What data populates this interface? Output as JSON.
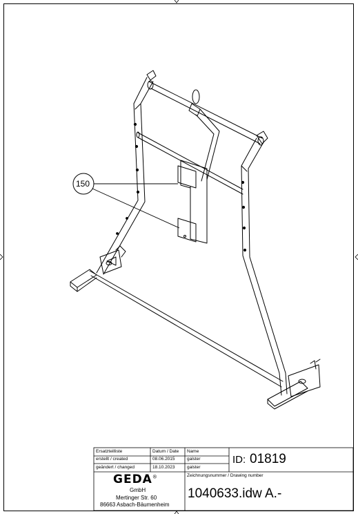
{
  "drawing": {
    "callout": "150"
  },
  "title_block": {
    "header": {
      "col1": "Ersatzteilliste",
      "col2": "Datum / Date",
      "col3": "Name"
    },
    "created": {
      "label": "erstellt / created",
      "date": "08.06.2015",
      "name": "galster"
    },
    "changed": {
      "label": "geändert / changed",
      "date": "18.10.2023",
      "name": "galster"
    },
    "id_label": "ID:",
    "id_value": "01819",
    "drawing_number_label": "Zeichnungsnummer / Drawing number",
    "drawing_number": "1040633.idw A.-",
    "company": {
      "logo_text": "GEDA",
      "registered": "®",
      "line1": "GmbH",
      "line2": "Mertinger Str. 60",
      "line3": "86663 Asbach-Bäumenheim"
    }
  }
}
